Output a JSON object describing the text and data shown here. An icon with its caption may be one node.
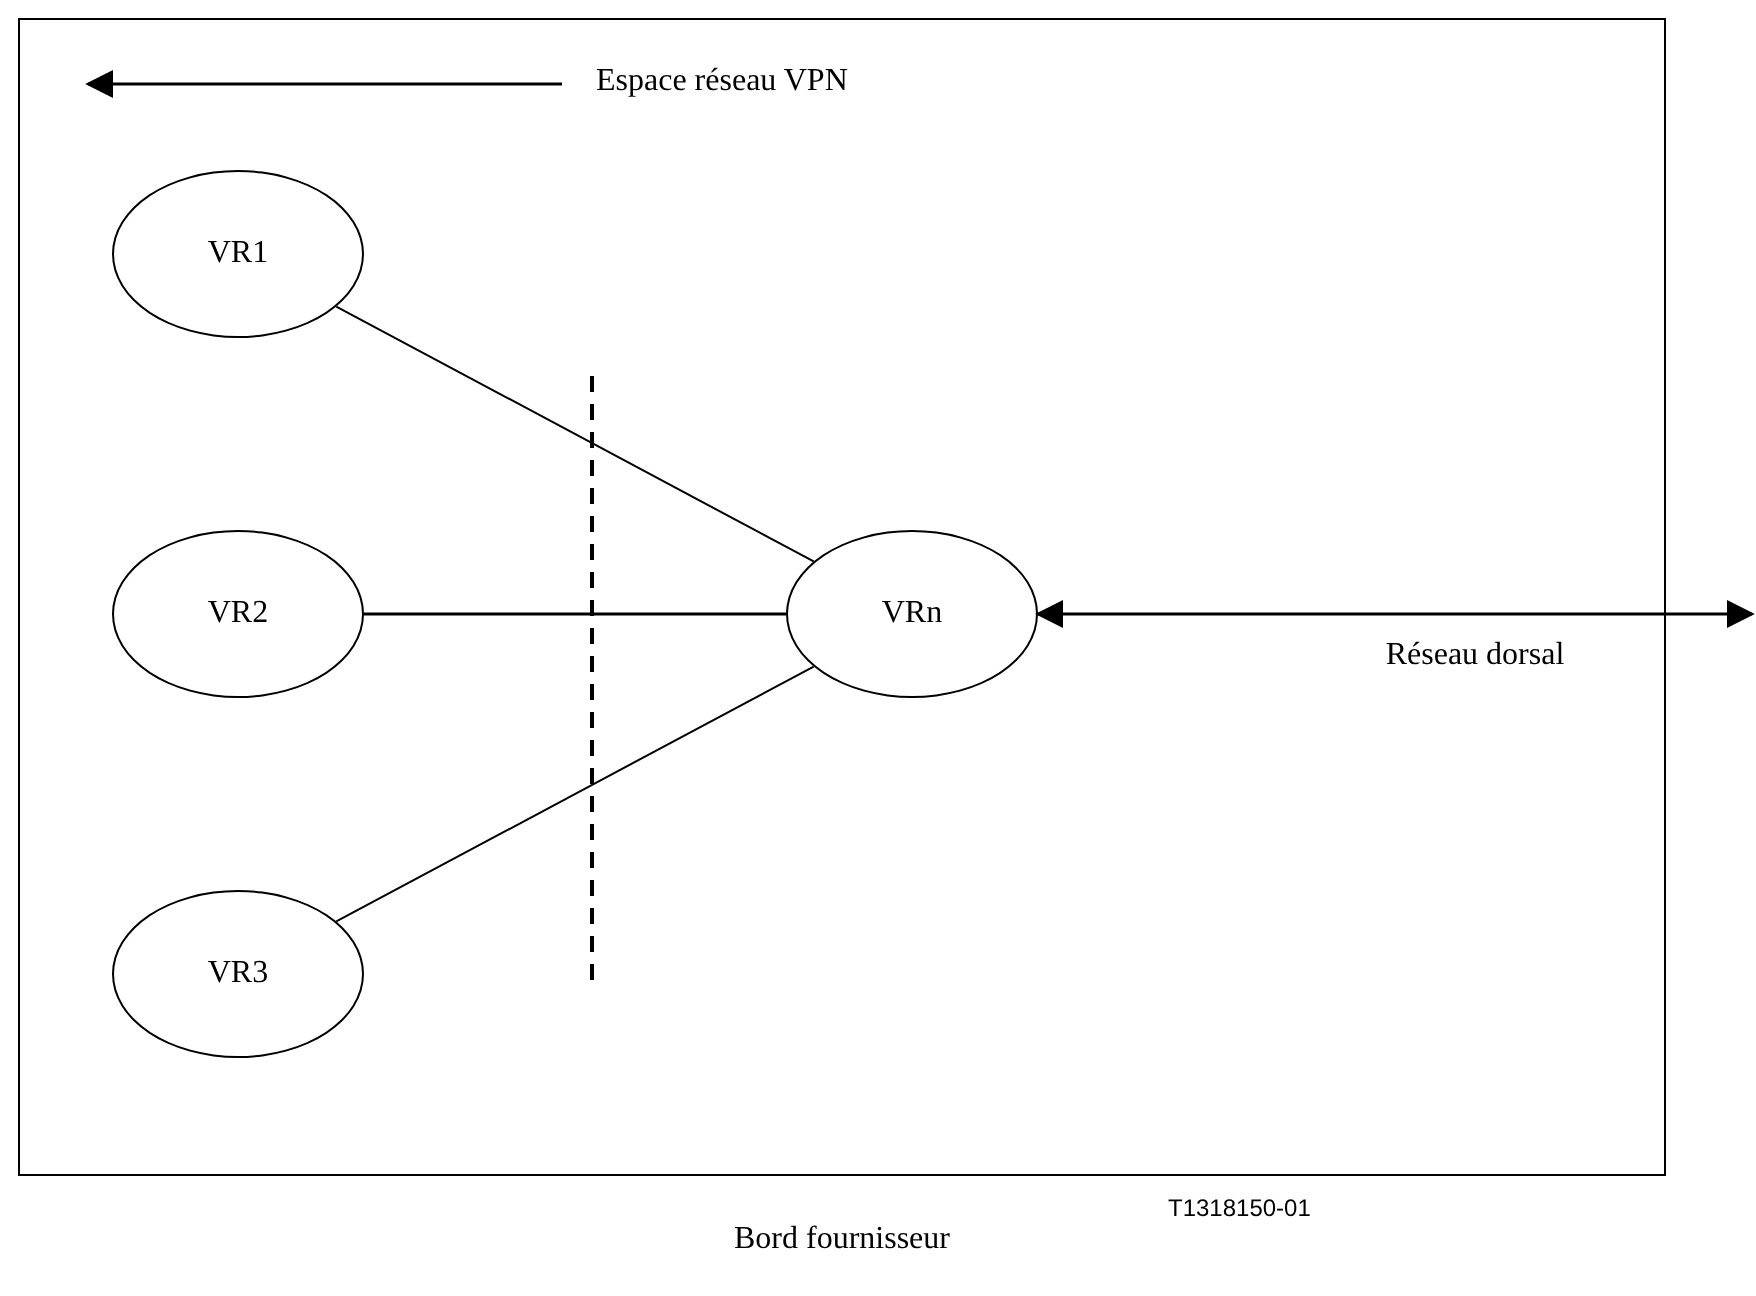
{
  "diagram": {
    "nodes": [
      {
        "text": [
          "Bord fournisseur"
        ]
      },
      {
        "text": [
          "VR1"
        ],
        "in": 0
      },
      {
        "text": [
          "VR2"
        ],
        "in": 0
      },
      {
        "text": [
          "VR3"
        ],
        "in": 0
      },
      {
        "text": [
          "VRn"
        ],
        "in": 0
      }
    ],
    "edges": [
      {
        "from": 1,
        "to": 4,
        "arrow": "none"
      },
      {
        "from": 2,
        "to": 4,
        "arrow": "none"
      },
      {
        "from": 3,
        "to": 4,
        "arrow": "none"
      },
      {
        "from": 4,
        "to": null,
        "arrow": "both",
        "label": "Réseau dorsal"
      }
    ],
    "labels": [
      "Espace réseau VPN",
      "T1318150-01"
    ]
  }
}
